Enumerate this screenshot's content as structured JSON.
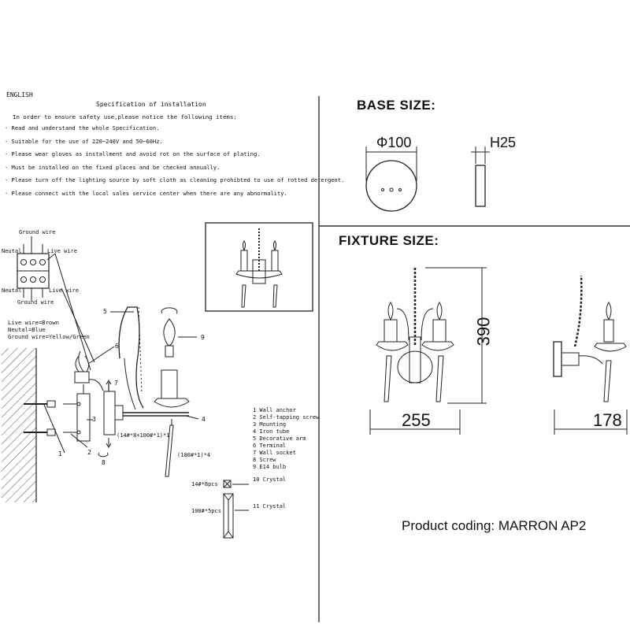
{
  "spec": {
    "language": "ENGLISH",
    "title": "Specification of installation",
    "intro": "In order to ensure safety use,please notice the following items:",
    "items": [
      "Read and understand the whole Specification.",
      "Suitable for the use of 220~240V and 50~60Hz.",
      "Please wear gloves as installment and avoid rot on the surface of plating.",
      "Must be installed on the fixed places and be checked annually.",
      "Please turn off the lighting source by soft cloth as cleaning prohibted to use of rotted detergent.",
      "Please connect with the local sales service center when there are any abnormality."
    ]
  },
  "wiring": {
    "ground_wire": "Ground wire",
    "neutal": "Neutal",
    "live_wire": "Live wire",
    "legend": [
      "Live wire=Brown",
      "Neutal=Blue",
      "Ground wire=Yellow/Green"
    ]
  },
  "parts": {
    "callouts": [
      "1",
      "2",
      "3",
      "4",
      "5",
      "6",
      "7",
      "8",
      "9"
    ],
    "legend": [
      "1 Wall anchor",
      "2 Self-tapping screw",
      "3 Mounting",
      "4 Iron tube",
      "5 Decorative arm",
      "6 Terminal",
      "7 Wall socket",
      "8 Screw",
      "9 E14 bulb",
      "10 Crystal",
      "11 Crystal"
    ],
    "formula_main": "(14#*8+100#*1)*1",
    "formula_drop": "(100#*1)*4",
    "crystal_small_qty": "14#*8pcs",
    "crystal_large_qty": "100#*5pcs"
  },
  "base": {
    "heading": "BASE SIZE:",
    "diameter": "Φ100",
    "height": "H25"
  },
  "fixture": {
    "heading": "FIXTURE SIZE:",
    "width": "255",
    "height": "390",
    "depth": "178"
  },
  "product_coding": "Product coding: MARRON AP2"
}
